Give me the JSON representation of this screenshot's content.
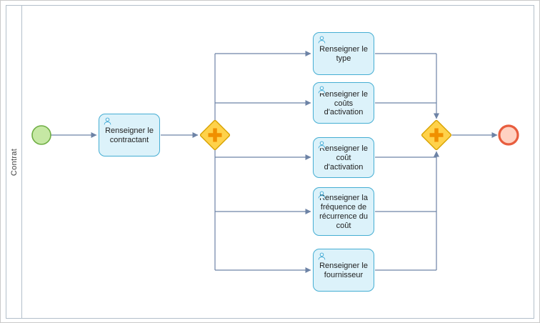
{
  "lane": {
    "label": "Contrat"
  },
  "tasks": [
    {
      "id": "renseigner-contractant",
      "label": "Renseigner le contractant"
    },
    {
      "id": "renseigner-type",
      "label": "Renseigner le type"
    },
    {
      "id": "renseigner-couts-activation",
      "label": "Renseigner le coûts d'activation"
    },
    {
      "id": "renseigner-cout-activation",
      "label": "Renseigner le coût d'activation"
    },
    {
      "id": "renseigner-frequence-recurrence-cout",
      "label": "Renseigner la fréquence de récurrence du coût"
    },
    {
      "id": "renseigner-fournisseur",
      "label": "Renseigner le fournisseur"
    }
  ],
  "gateways": [
    {
      "id": "parallel-gateway-split",
      "type": "parallel"
    },
    {
      "id": "parallel-gateway-join",
      "type": "parallel"
    }
  ],
  "events": {
    "start": "start-event",
    "end": "end-event"
  },
  "colors": {
    "task-fill": "#dcf2fa",
    "task-stroke": "#45aed3",
    "gateway-fill": "#ffd24a",
    "gateway-stroke": "#d8a200",
    "gateway-plus": "#f09000",
    "start-fill": "#c6e8a4",
    "start-stroke": "#6fae44",
    "end-fill": "#ffd2c2",
    "end-stroke": "#e85d3e",
    "flow-color": "#6d83a6",
    "pool-stroke": "#b3bfca"
  }
}
